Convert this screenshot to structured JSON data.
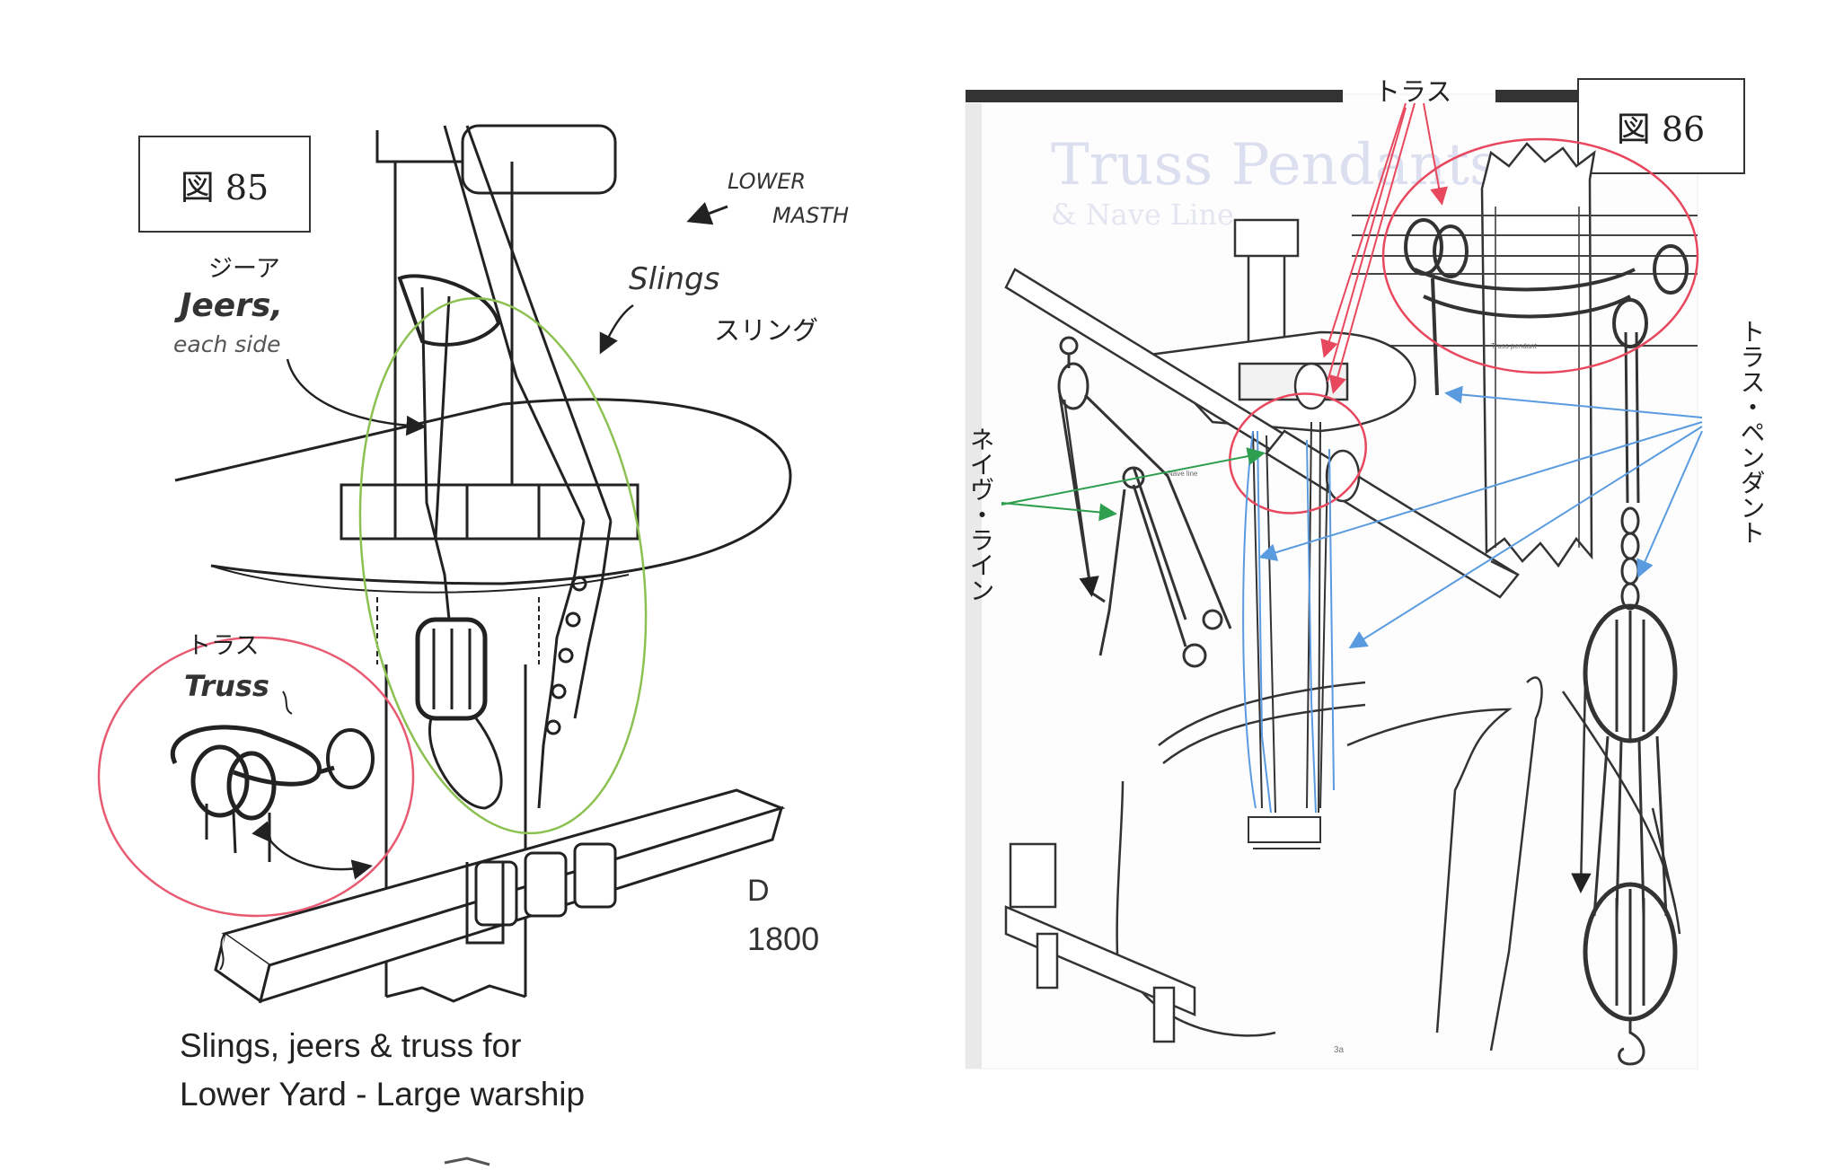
{
  "fig85": {
    "box_label": "図 85",
    "jeers_jp": "ジーア",
    "jeers_en": "Jeers,",
    "jeers_sub": "each side",
    "lower_mast_1": "LOWER",
    "lower_mast_2": "MASTH",
    "slings_en": "Slings",
    "slings_jp": "スリング",
    "truss_jp": "トラス",
    "truss_en": "Truss",
    "date_letter": "D",
    "date_year": "1800",
    "caption_line1": "Slings, jeers & truss for",
    "caption_line2": "Lower Yard - Large warship",
    "highlight_colors": {
      "jeers_slings": "#8cc152",
      "truss": "#e85a72"
    }
  },
  "fig86": {
    "box_label": "図 86",
    "truss_jp": "トラス",
    "truss_pendant_jp": "トラス・ペンダント",
    "nave_line_jp": "ネイヴ・ライン",
    "title_faded_1": "Truss Pendants",
    "title_faded_2": "& Nave Line",
    "small_label_truss_pendant": "Truss pendant",
    "small_label_nave_line": "Nave line",
    "page_number": "3a",
    "arrow_colors": {
      "truss": "#e8485e",
      "truss_pendant": "#5a9be0",
      "nave_line": "#2e9e4f"
    }
  }
}
